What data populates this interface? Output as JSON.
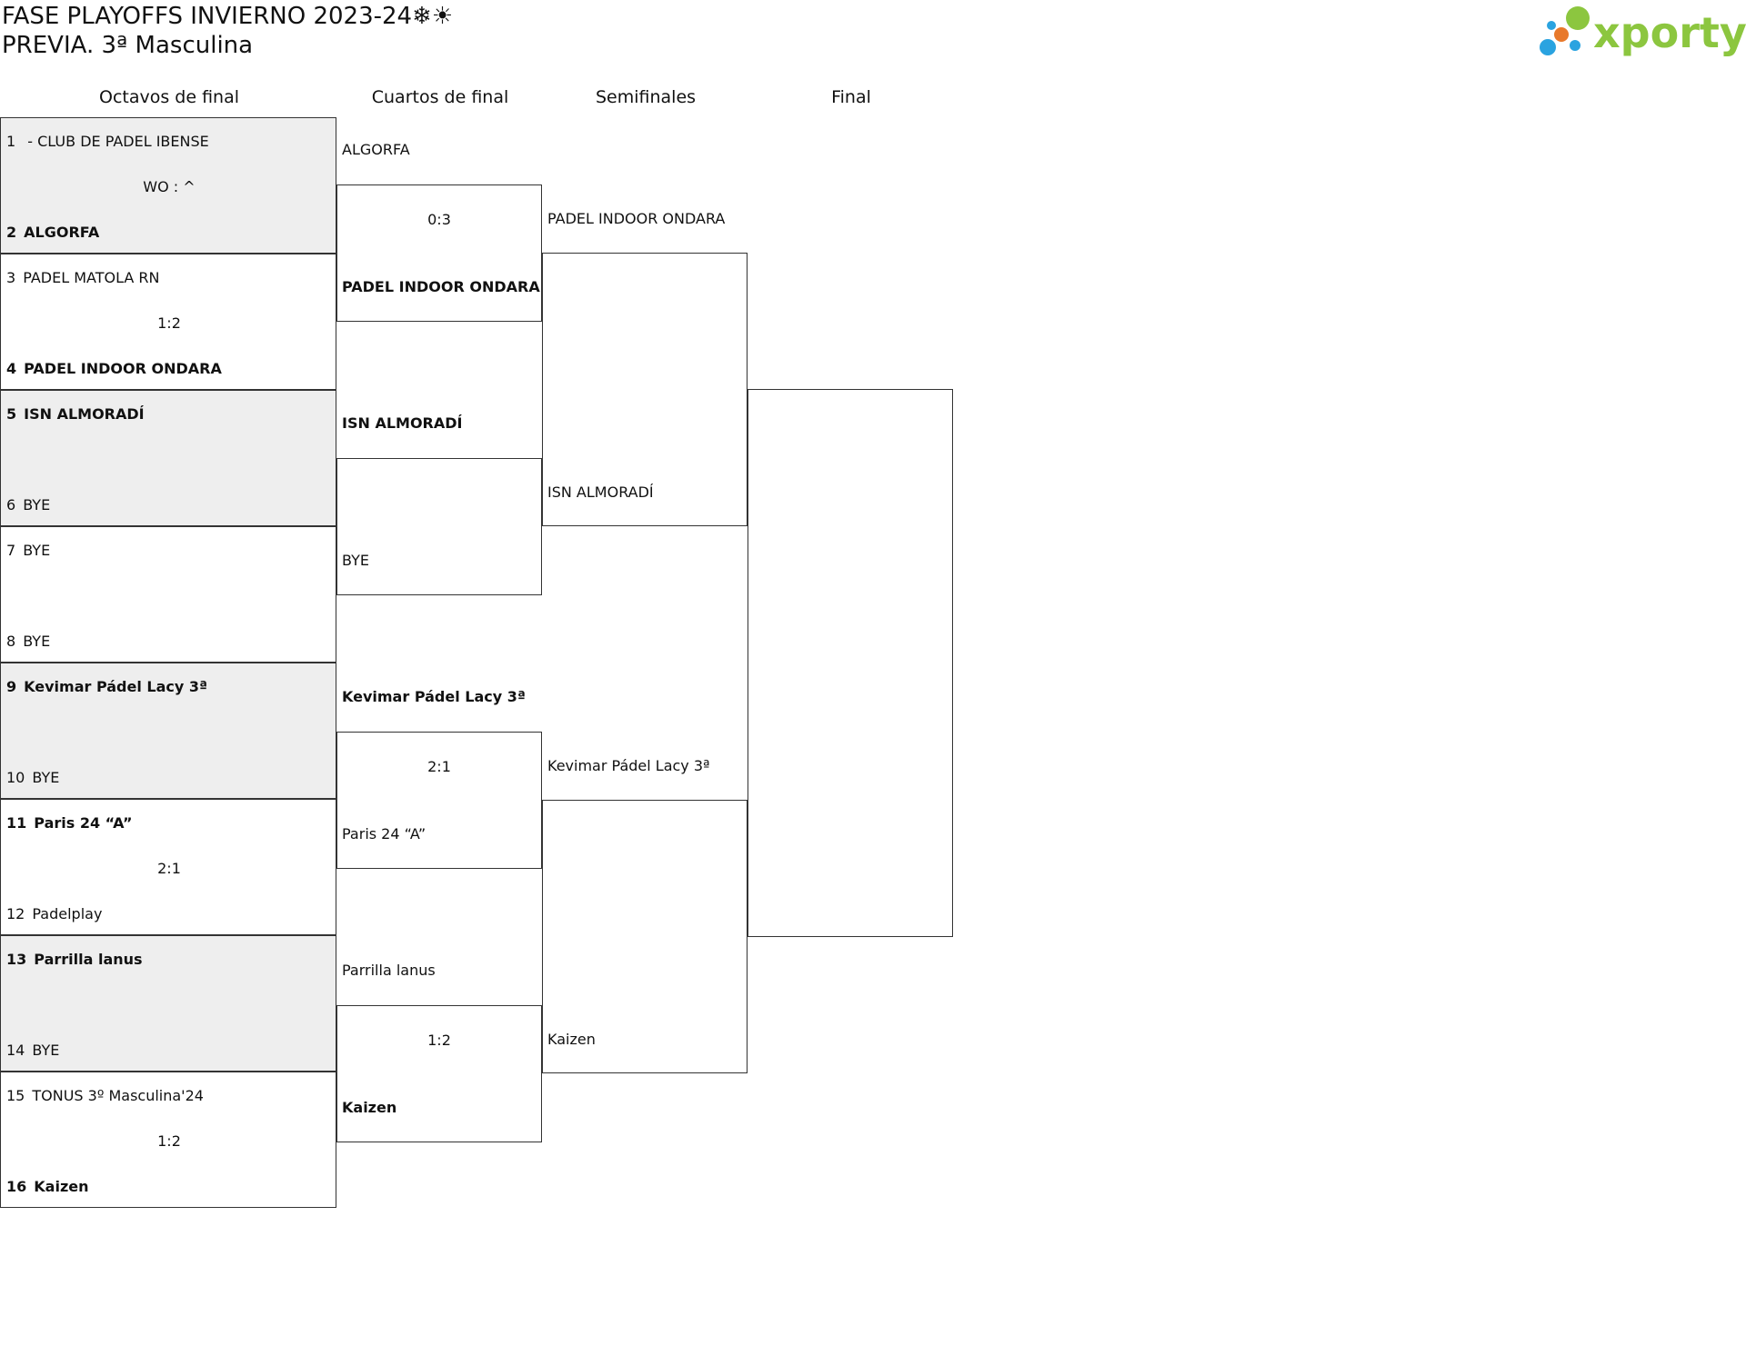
{
  "header": {
    "title": "FASE PLAYOFFS INVIERNO 2023-24❄☀",
    "subtitle": "PREVIA. 3ª Masculina",
    "logo_text": "xporty",
    "logo_colors": [
      "#2aa3e0",
      "#e8792b",
      "#8cc63f"
    ]
  },
  "rounds": [
    "Octavos de final",
    "Cuartos de final",
    "Semifinales",
    "Final"
  ],
  "octavos": [
    {
      "seed_a": "1",
      "team_a": " - CLUB DE PADEL IBENSE",
      "seed_b": "2",
      "team_b": "ALGORFA",
      "score": "WO : ^"
    },
    {
      "seed_a": "3",
      "team_a": "PADEL MATOLA RN",
      "seed_b": "4",
      "team_b": "PADEL INDOOR ONDARA",
      "score": "1:2"
    },
    {
      "seed_a": "5",
      "team_a": "ISN ALMORADÍ",
      "seed_b": "6",
      "team_b": "BYE",
      "score": ""
    },
    {
      "seed_a": "7",
      "team_a": "BYE",
      "seed_b": "8",
      "team_b": "BYE",
      "score": ""
    },
    {
      "seed_a": "9",
      "team_a": "Kevimar Pádel Lacy 3ª",
      "seed_b": "10",
      "team_b": "BYE",
      "score": ""
    },
    {
      "seed_a": "11",
      "team_a": "Paris 24 “A”",
      "seed_b": "12",
      "team_b": "Padelplay",
      "score": "2:1"
    },
    {
      "seed_a": "13",
      "team_a": "Parrilla lanus",
      "seed_b": "14",
      "team_b": "BYE",
      "score": ""
    },
    {
      "seed_a": "15",
      "team_a": "TONUS 3º Masculina'24",
      "seed_b": "16",
      "team_b": "Kaizen",
      "score": "1:2"
    }
  ],
  "cuartos": [
    {
      "team_a": "ALGORFA",
      "team_b": "PADEL INDOOR ONDARA",
      "score": "0:3"
    },
    {
      "team_a": "ISN ALMORADÍ",
      "team_b": "BYE",
      "score": ""
    },
    {
      "team_a": "Kevimar Pádel Lacy 3ª",
      "team_b": "Paris 24 “A”",
      "score": "2:1"
    },
    {
      "team_a": "Parrilla lanus",
      "team_b": "Kaizen",
      "score": "1:2"
    }
  ],
  "semis": [
    {
      "team_a": "PADEL INDOOR ONDARA",
      "team_b": "ISN ALMORADÍ",
      "score": ""
    },
    {
      "team_a": "Kevimar Pádel Lacy 3ª",
      "team_b": "Kaizen",
      "score": ""
    }
  ]
}
